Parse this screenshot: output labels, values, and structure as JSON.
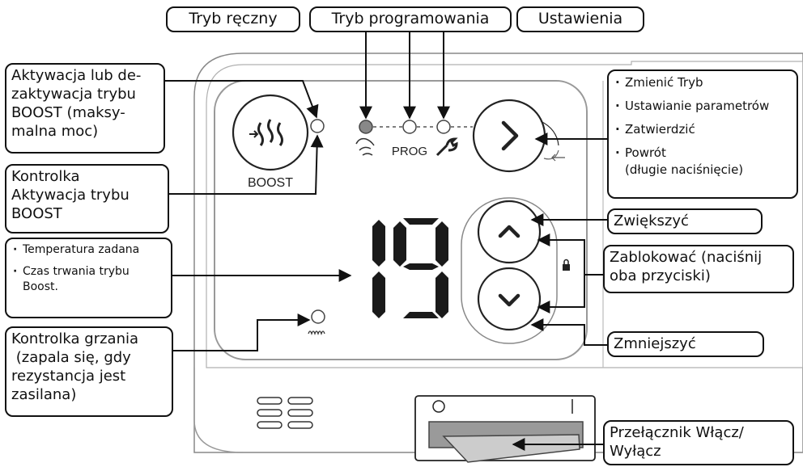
{
  "top_callouts": {
    "manual_mode": "Tryb ręczny",
    "program_mode": "Tryb programowania",
    "settings": "Ustawienia"
  },
  "left_callouts": {
    "boost_activation": [
      "Aktywacja lub de-",
      "zaktywacja trybu",
      "BOOST (maksy-",
      "malna moc)"
    ],
    "boost_indicator": [
      "Kontrolka",
      "Aktywacja trybu",
      "BOOST"
    ],
    "display_info": {
      "items": [
        "Temperatura zadana",
        "Czas trwania trybu"
      ],
      "continuation": "Boost."
    },
    "heating_indicator": [
      "Kontrolka grzania",
      " (zapala się, gdy",
      "rezystancja jest",
      "zasilana)"
    ]
  },
  "right_callouts": {
    "select_button_functions": {
      "items": [
        "Zmienić Tryb",
        "Ustawianie parametrów",
        "Zatwierdzić",
        "Powrót"
      ],
      "continuation": "(długie naciśnięcie)"
    },
    "increase": "Zwiększyć",
    "lock": [
      "Zablokować (naciśnij",
      "oba przyciski)"
    ],
    "decrease": "Zmniejszyć",
    "power_switch": [
      "Przełącznik Włącz/",
      "Wyłącz"
    ]
  },
  "device": {
    "boost_label": "BOOST",
    "prog_label": "PROG",
    "display_value": "19"
  },
  "colors": {
    "outline": "#111111",
    "device_stroke": "#9a9a9a",
    "segment": "#1a1a1a",
    "mode_led_active": "#888888"
  }
}
